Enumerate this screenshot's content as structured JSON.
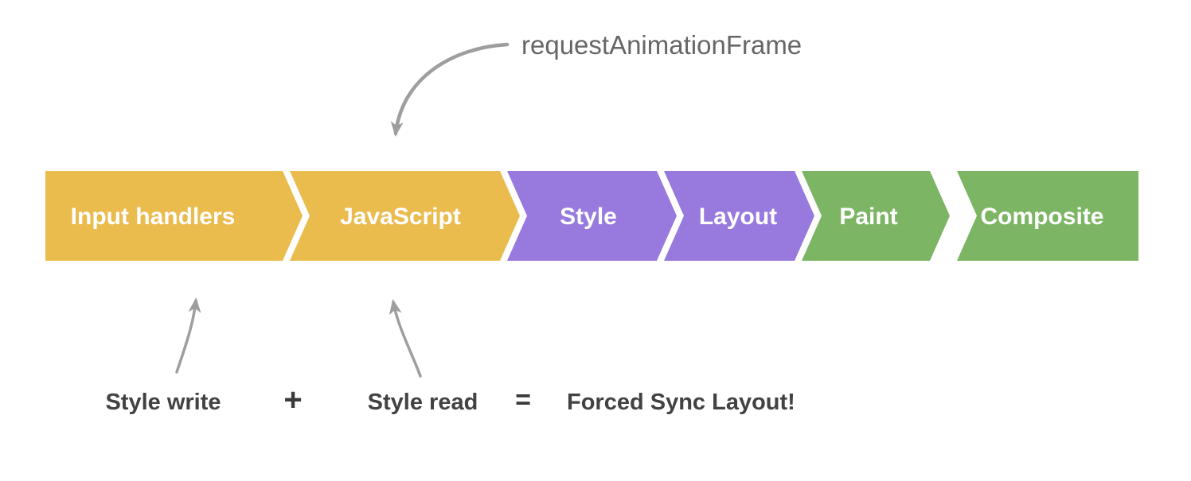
{
  "diagram": {
    "raf_label": "requestAnimationFrame",
    "stages": [
      {
        "label": "Input handlers",
        "color": "#EABB4D"
      },
      {
        "label": "JavaScript",
        "color": "#EABB4D"
      },
      {
        "label": "Style",
        "color": "#9879DE"
      },
      {
        "label": "Layout",
        "color": "#9879DE"
      },
      {
        "label": "Paint",
        "color": "#7CB563"
      },
      {
        "label": "Composite",
        "color": "#7CB563"
      }
    ],
    "equation": {
      "left": "Style write",
      "operator": "+",
      "right": "Style read",
      "equals": "=",
      "result": "Forced Sync Layout!"
    }
  },
  "colors": {
    "stage_yellow": "#EABB4D",
    "stage_purple": "#9879DE",
    "stage_green": "#7CB563",
    "stage_text": "#FFFFFF",
    "arrow_gray": "#9E9E9E",
    "raf_text": "#666666",
    "equation_text": "#424242",
    "background": "#FFFFFF"
  }
}
